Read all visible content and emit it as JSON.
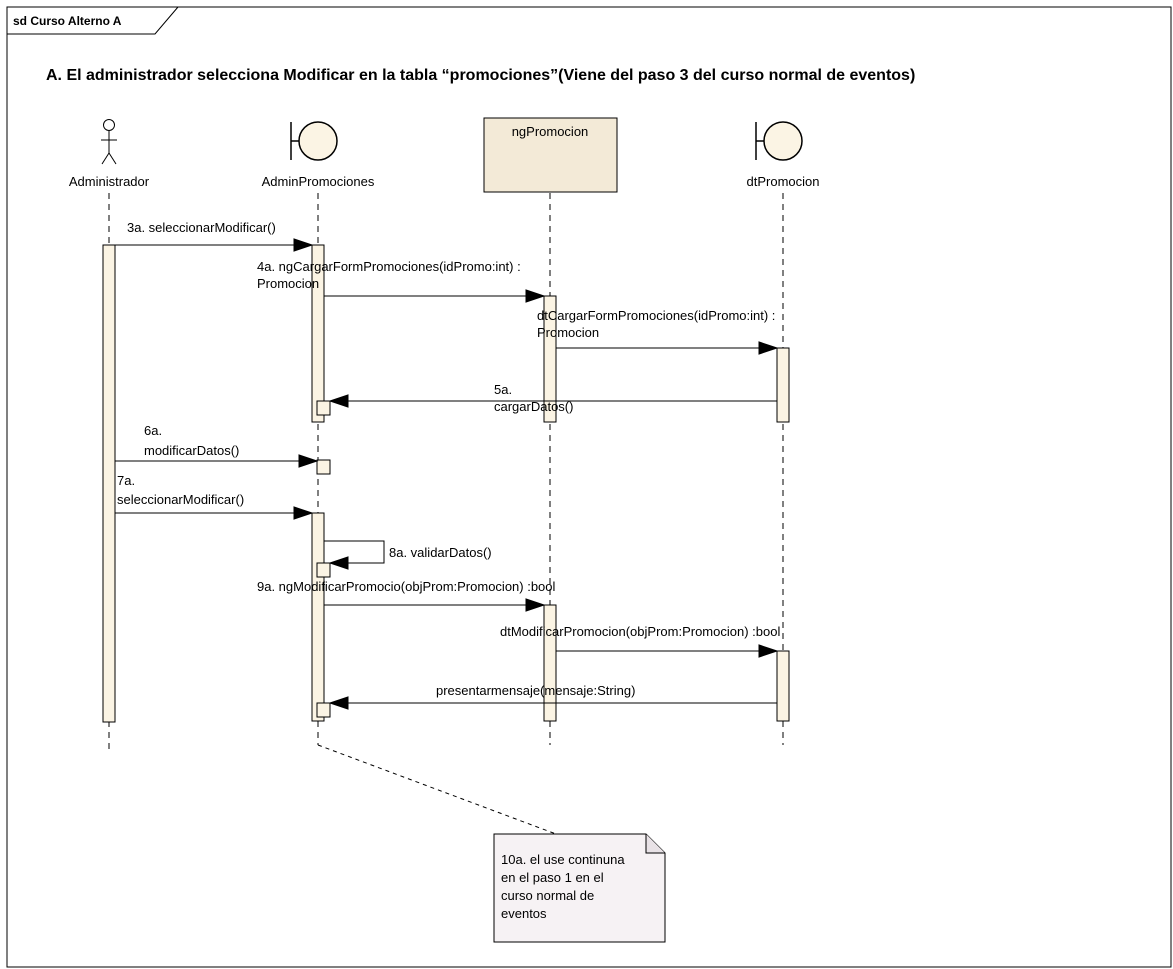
{
  "frame": {
    "label": "sd Curso Alterno A"
  },
  "title": "A. El administrador selecciona Modificar en la tabla “promociones”(Viene del paso 3 del curso normal de eventos)",
  "lifelines": {
    "administrador": "Administrador",
    "admin_promociones": "AdminPromociones",
    "ng_promocion": "ngPromocion",
    "dt_promocion": "dtPromocion"
  },
  "messages": {
    "m3a": "3a. seleccionarModificar()",
    "m4a_line1": "4a. ngCargarFormPromociones(idPromo:int) :",
    "m4a_line2": "Promocion",
    "m_dt_line1": "dtCargarFormPromociones(idPromo:int) :",
    "m_dt_line2": "Promocion",
    "m5a_line1": "5a.",
    "m5a_line2": "cargarDatos()",
    "m6a_line1": "6a.",
    "m6a_line2": "modificarDatos()",
    "m7a_line1": "7a.",
    "m7a_line2": "seleccionarModificar()",
    "m8a": "8a. validarDatos()",
    "m9a": "9a. ngModificarPromocio(objProm:Promocion) :bool",
    "m_dtmod": "dtModificarPromocion(objProm:Promocion) :bool",
    "m_present": "presentarmensaje(mensaje:String)"
  },
  "note": {
    "line1": "10a. el use continuna",
    "line2": "en el paso 1 en el",
    "line3": "curso normal de",
    "line4": "eventos"
  },
  "colors": {
    "activation_fill": "#fbf4e4",
    "control_box_fill": "#f3ead7",
    "note_fill": "#f6f2f4"
  }
}
